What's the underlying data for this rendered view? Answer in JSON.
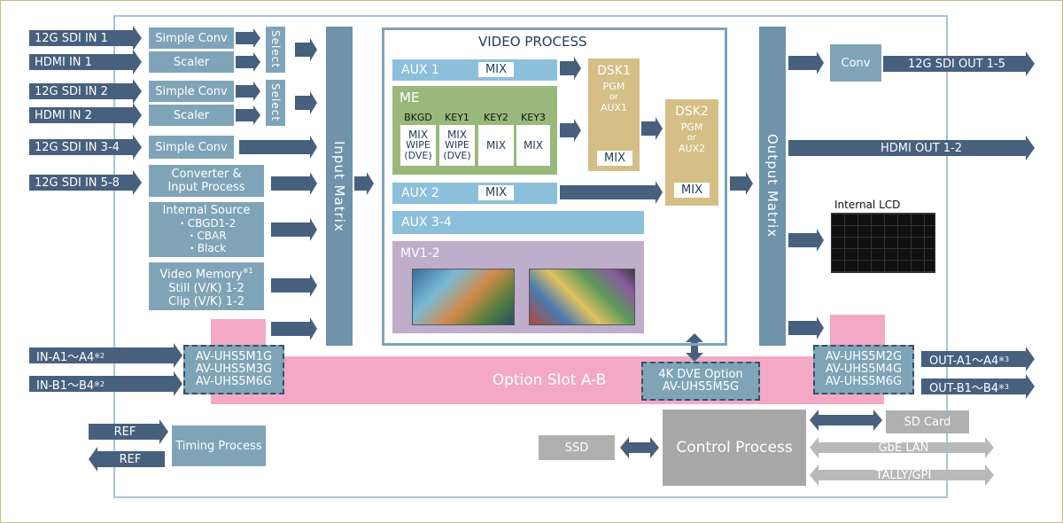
{
  "inputs": [
    {
      "label": "12G SDI IN 1"
    },
    {
      "label": "HDMI IN 1"
    },
    {
      "label": "12G SDI IN 2"
    },
    {
      "label": "HDMI IN 2"
    },
    {
      "label": "12G SDI IN 3-4"
    },
    {
      "label": "12G SDI IN 5-8"
    }
  ],
  "conv": {
    "simple_conv_1": "Simple Conv",
    "scaler_1": "Scaler",
    "simple_conv_2": "Simple Conv",
    "scaler_2": "Scaler",
    "simple_conv_3": "Simple Conv",
    "select_1": "Select",
    "select_2": "Select"
  },
  "converter": {
    "line1": "Converter &",
    "line2": "Input Process"
  },
  "internal_source": {
    "title": "Internal Source",
    "items": [
      "・CBGD1-2",
      "・CBAR",
      "・Black"
    ]
  },
  "video_memory": {
    "line1": "Video Memory",
    "note": "※1",
    "line2": "Still (V/K) 1-2",
    "line3": "Clip (V/K) 1-2"
  },
  "matrix": {
    "input": "Input Matrix",
    "output": "Output Matrix"
  },
  "video_process": {
    "title": "VIDEO PROCESS",
    "aux1": "AUX 1",
    "aux2": "AUX 2",
    "aux34": "AUX 3-4",
    "mix": "MIX",
    "me": "ME",
    "me_cols": [
      {
        "head": "BKGD",
        "l1": "MIX",
        "l2": "WIPE",
        "l3": "(DVE)"
      },
      {
        "head": "KEY1",
        "l1": "MIX",
        "l2": "WIPE",
        "l3": "(DVE)"
      },
      {
        "head": "KEY2",
        "l1": "MIX",
        "l2": "",
        "l3": ""
      },
      {
        "head": "KEY3",
        "l1": "MIX",
        "l2": "",
        "l3": ""
      }
    ],
    "mv": "MV1-2"
  },
  "dsk1": {
    "title": "DSK1",
    "l1": "PGM",
    "l2": "or",
    "l3": "AUX1",
    "mix": "MIX"
  },
  "dsk2": {
    "title": "DSK2",
    "l1": "PGM",
    "l2": "or",
    "l3": "AUX2",
    "mix": "MIX"
  },
  "outputs": {
    "conv": "Conv",
    "sdi_out": "12G SDI OUT 1-5",
    "hdmi_out": "HDMI OUT 1-2",
    "internal_lcd": "Internal LCD"
  },
  "option": {
    "slot": "Option Slot A-B",
    "in_a": "IN-A1～A4",
    "in_b": "IN-B1～B4",
    "in_note": "※2",
    "out_a": "OUT-A1～A4",
    "out_b": "OUT-B1～B4",
    "out_note": "※3",
    "in_boards": [
      "AV-UHS5M1G",
      "AV-UHS5M3G",
      "AV-UHS5M6G"
    ],
    "out_boards": [
      "AV-UHS5M2G",
      "AV-UHS5M4G",
      "AV-UHS5M6G"
    ],
    "dve": {
      "l1": "4K  DVE Option",
      "l2": "AV-UHS5M5G"
    }
  },
  "timing": {
    "ref_in": "REF",
    "ref_out": "REF",
    "label": "Timing Process"
  },
  "control": {
    "label": "Control Process",
    "ssd": "SSD",
    "sd": "SD Card",
    "lan": "GbE LAN",
    "tally": "TALLY/GPI"
  },
  "colors": {
    "navy": "#47607e",
    "slate": "#7fa4b8",
    "pink": "#f3a9c5",
    "tan": "#d5bf86",
    "green": "#9ab87c",
    "lavender": "#bfaecb",
    "lightblue": "#8cc0da",
    "gray": "#b0b0b0"
  }
}
